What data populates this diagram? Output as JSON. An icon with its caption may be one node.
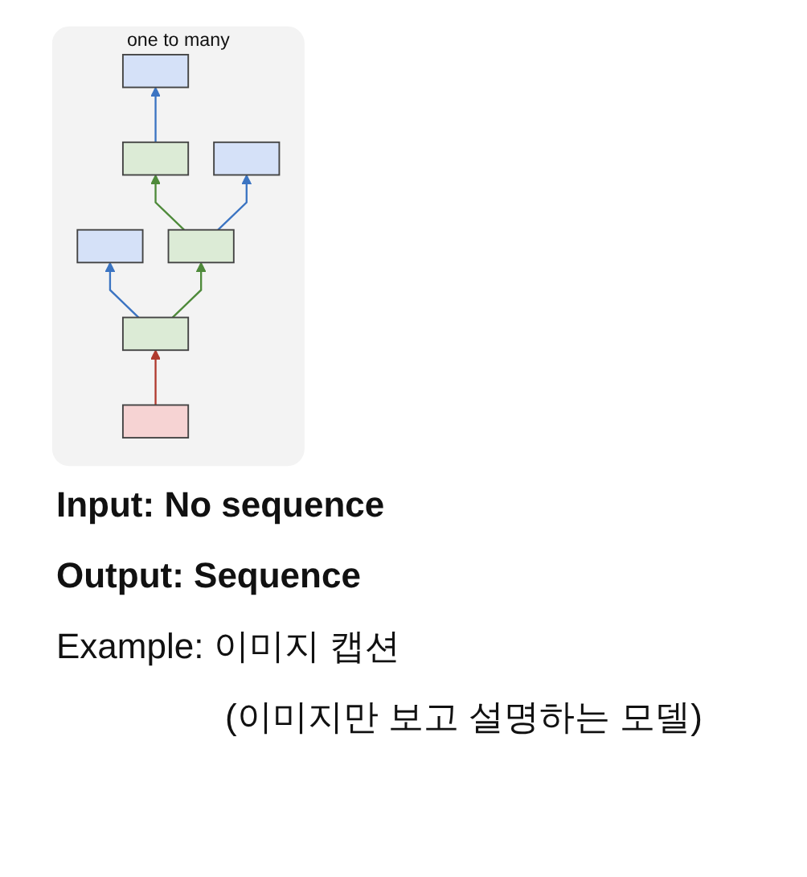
{
  "diagram": {
    "nodes": [
      {
        "text": [
          "one to many"
        ]
      },
      {
        "text": [],
        "shape": "box",
        "in": 0
      },
      {
        "text": [],
        "shape": "box",
        "in": 0
      },
      {
        "text": [],
        "shape": "box",
        "in": 0
      },
      {
        "text": [],
        "shape": "box",
        "in": 0
      },
      {
        "text": [],
        "shape": "box",
        "in": 0
      },
      {
        "text": [],
        "shape": "box",
        "in": 0
      },
      {
        "text": [],
        "shape": "box",
        "in": 0
      }
    ],
    "edges": [
      {
        "from": 7,
        "to": 4,
        "arrow": "to",
        "color": "#b03a2e"
      },
      {
        "from": 4,
        "to": 5,
        "arrow": "to",
        "color": "#4e8a3a"
      },
      {
        "from": 5,
        "to": 6,
        "arrow": "to",
        "color": "#4e8a3a"
      },
      {
        "from": 4,
        "to": 1,
        "arrow": "to"
      },
      {
        "from": 5,
        "to": 2,
        "arrow": "to"
      },
      {
        "from": 6,
        "to": 3,
        "arrow": "to"
      }
    ],
    "labels": [
      "Input: No sequence",
      "Output: Sequence",
      "Example: 이미지 캡션",
      "(이미지만 보고 설명하는 모델)"
    ]
  }
}
